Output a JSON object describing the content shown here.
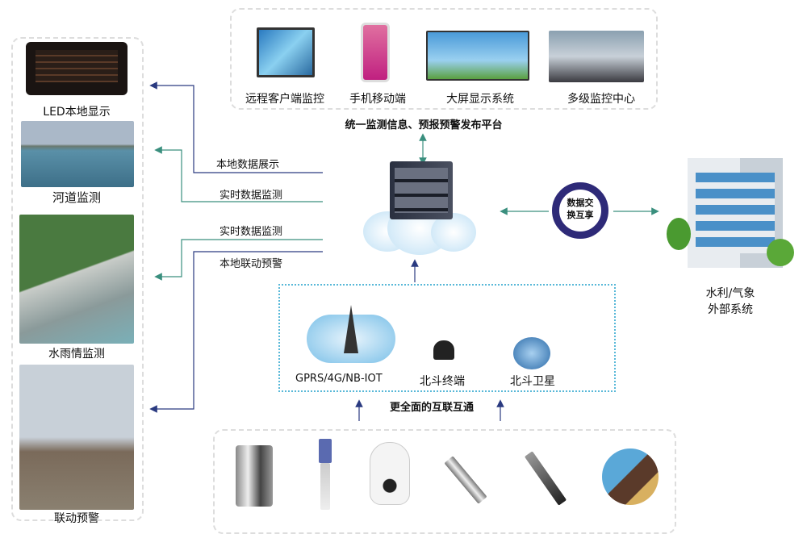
{
  "platform": {
    "title": "统一监测信息、预报预警发布平台",
    "items": [
      {
        "label": "远程客户端监控",
        "icon": "desktop-monitor-icon"
      },
      {
        "label": "手机移动端",
        "icon": "smartphone-icon"
      },
      {
        "label": "大屏显示系统",
        "icon": "video-wall-icon"
      },
      {
        "label": "多级监控中心",
        "icon": "control-room-icon"
      }
    ]
  },
  "left_column": [
    {
      "label": "LED本地显示"
    },
    {
      "label": "河道监测"
    },
    {
      "label": "水雨情监测"
    },
    {
      "label": "联动预警"
    }
  ],
  "arrows": [
    {
      "label": "本地数据展示"
    },
    {
      "label": "实时数据监测"
    },
    {
      "label": "实时数据监测"
    },
    {
      "label": "本地联动预警"
    }
  ],
  "exchange": {
    "label_line1": "数据交",
    "label_line2": "换互享"
  },
  "external": {
    "line1": "水利/气象",
    "line2": "外部系统"
  },
  "comms": {
    "title": "更全面的互联互通",
    "items": [
      {
        "label": "GPRS/4G/NB-IOT",
        "icon": "cell-tower-icon"
      },
      {
        "label": "北斗终端",
        "icon": "beidou-terminal-icon"
      },
      {
        "label": "北斗卫星",
        "icon": "satellite-icon"
      }
    ]
  },
  "sensors": [
    "rain-gauge-icon",
    "radar-level-sensor-icon",
    "dome-camera-icon",
    "pressure-level-sensor-icon",
    "water-quality-probe-icon",
    "dam-seepage-icon"
  ],
  "colors": {
    "arrow": "#3a8f7e",
    "up_arrow": "#2a3a80",
    "dotted": "#58b8d8",
    "exchange": "#2e2a78"
  }
}
